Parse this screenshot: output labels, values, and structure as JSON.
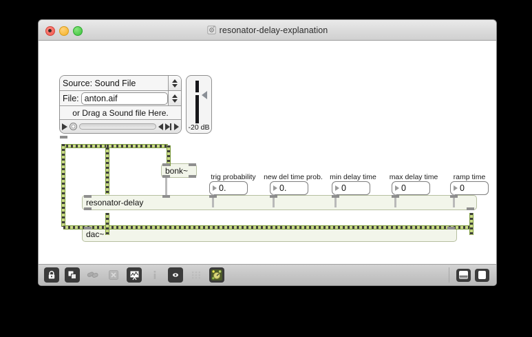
{
  "window": {
    "title": "resonator-delay-explanation",
    "title_icon": "max-patcher-icon",
    "controls": {
      "close": "close-button",
      "minimize": "minimize-button",
      "zoom": "zoom-button"
    }
  },
  "player": {
    "source_label": "Source: Sound File",
    "file_label": "File:",
    "file_value": "anton.aif",
    "drag_hint": "or Drag a Sound file Here.",
    "transport": {
      "play": "play-button",
      "knob": "position-knob",
      "prev": "prev-button",
      "next": "next-button",
      "end": "jump-to-end-button"
    }
  },
  "gain": {
    "label": "-20 dB",
    "value": -20
  },
  "objects": {
    "bonk": "bonk~",
    "resonator_delay": "resonator-delay",
    "dac": "dac~"
  },
  "params": [
    {
      "label": "trig probability",
      "value": "0."
    },
    {
      "label": "new del time prob.",
      "value": "0."
    },
    {
      "label": "min delay time",
      "value": "0"
    },
    {
      "label": "max delay time",
      "value": "0"
    },
    {
      "label": "ramp time",
      "value": "0"
    }
  ],
  "toolbar": {
    "items": [
      {
        "name": "lock-icon",
        "enabled": true
      },
      {
        "name": "presentation-icon",
        "enabled": true
      },
      {
        "name": "bpatcher-icon",
        "enabled": false
      },
      {
        "name": "close-box-icon",
        "enabled": false
      },
      {
        "name": "signal-probe-icon",
        "enabled": true
      },
      {
        "name": "inspector-info-icon",
        "enabled": false
      },
      {
        "name": "snapshot-icon",
        "enabled": true
      },
      {
        "name": "grid-icon",
        "enabled": false
      },
      {
        "name": "palette-icon",
        "enabled": true
      }
    ],
    "right": [
      {
        "name": "split-view-button"
      },
      {
        "name": "sidebar-view-button"
      }
    ]
  },
  "colors": {
    "signal_cord": "#c9da84",
    "signal_cord_dash": "#3f3f3f",
    "object_fill": "#f2f5ea",
    "object_border": "#b6bfa0",
    "control_cord": "#b9b9b9"
  }
}
